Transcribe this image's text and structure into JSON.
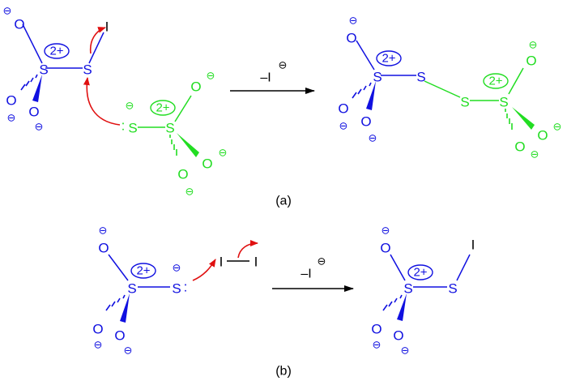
{
  "colors": {
    "blue": "#1010e0",
    "green": "#22dd22",
    "black": "#000000",
    "arrow_red": "#e01010"
  },
  "labels": {
    "sulfur": "S",
    "oxygen": "O",
    "iodine": "I",
    "minus": "⊖",
    "dication": "2+",
    "lone_pair": ":"
  },
  "reaction_a": {
    "label": "(a)",
    "condition_text": "–I",
    "condition_charge": "⊖"
  },
  "reaction_b": {
    "label": "(b)",
    "condition_text": "–I",
    "condition_charge": "⊖"
  }
}
